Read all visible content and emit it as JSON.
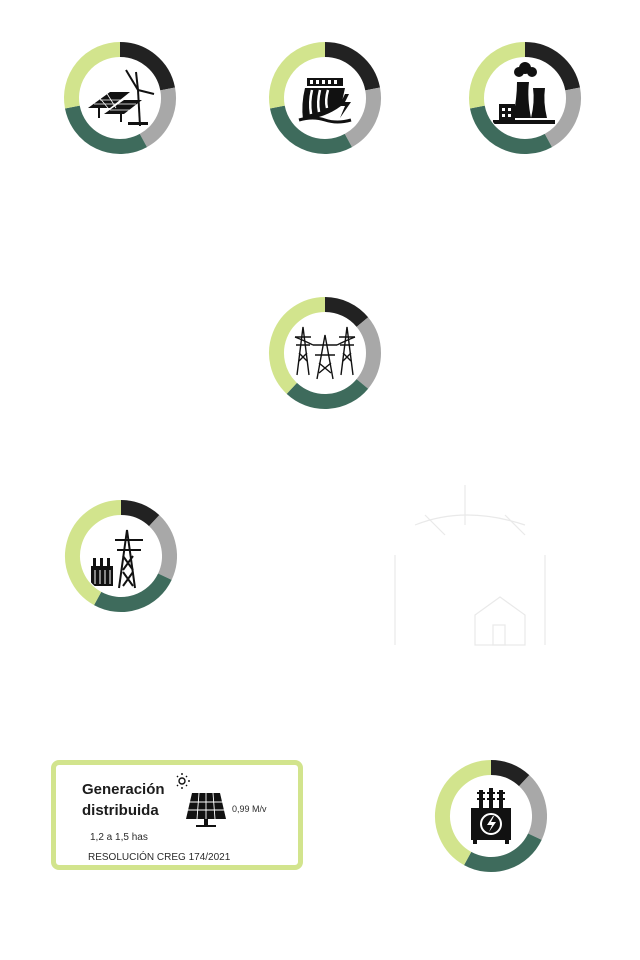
{
  "colors": {
    "ring_segments": [
      "#222222",
      "#a8a8a8",
      "#3e6b5c",
      "#d2e48d"
    ],
    "box_border": "#d2e48d",
    "icon": "#111111"
  },
  "nodes": [
    {
      "id": "gen-renewable",
      "icon": "solar-wind-icon",
      "ring": [
        22,
        20,
        30,
        28
      ]
    },
    {
      "id": "gen-hydro",
      "icon": "hydro-dam-icon",
      "ring": [
        22,
        20,
        30,
        28
      ]
    },
    {
      "id": "gen-thermal",
      "icon": "thermal-plant-icon",
      "ring": [
        22,
        20,
        30,
        28
      ]
    },
    {
      "id": "transmission",
      "icon": "transmission-towers-icon",
      "ring": [
        14,
        22,
        26,
        38
      ]
    },
    {
      "id": "substation",
      "icon": "substation-icon",
      "ring": [
        12,
        20,
        26,
        42
      ]
    },
    {
      "id": "distribution",
      "icon": "transformer-icon",
      "ring": [
        12,
        20,
        26,
        42
      ]
    }
  ],
  "distributed_generation": {
    "title": "Generación\ndistribuida",
    "value": "0,99 M/v",
    "area": "1,2 a 1,5 has",
    "regulation": "RESOLUCIÓN CREG 174/2021"
  }
}
